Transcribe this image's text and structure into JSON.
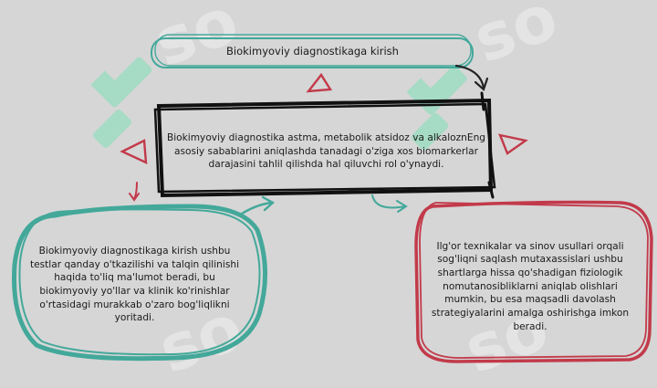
{
  "diagram": {
    "title_node": "Biokimyoviy diagnostikaga kirish",
    "center_node": "Biokimyoviy diagnostika astma, metabolik atsidoz va alkaloznEng asosiy sabablarini aniqlashda tanadagi o'ziga xos biomarkerlar darajasini tahlil qilishda hal qiluvchi rol o'ynaydi.",
    "left_node": "Biokimyoviy diagnostikaga kirish ushbu testlar qanday o'tkazilishi va talqin qilinishi haqida to'liq ma'lumot beradi, bu biokimyoviy yo'llar va klinik ko'rinishlar o'rtasidagi murakkab o'zaro bog'liqlikni yoritadi.",
    "right_node": "Ilg'or texnikalar va sinov usullari orqali sog'liqni saqlash mutaxassislari ushbu shartlarga hissa qo'shadigan fiziologik nomutanosibliklarni aniqlab olishlari mumkin, bu esa maqsadli davolash strategiyalarini amalga oshirishga imkon beradi."
  },
  "colors": {
    "background": "#d6d6d6",
    "teal": "#43a89a",
    "crimson": "#c23a4a",
    "black": "#111111",
    "watermark": "#ffffff"
  }
}
